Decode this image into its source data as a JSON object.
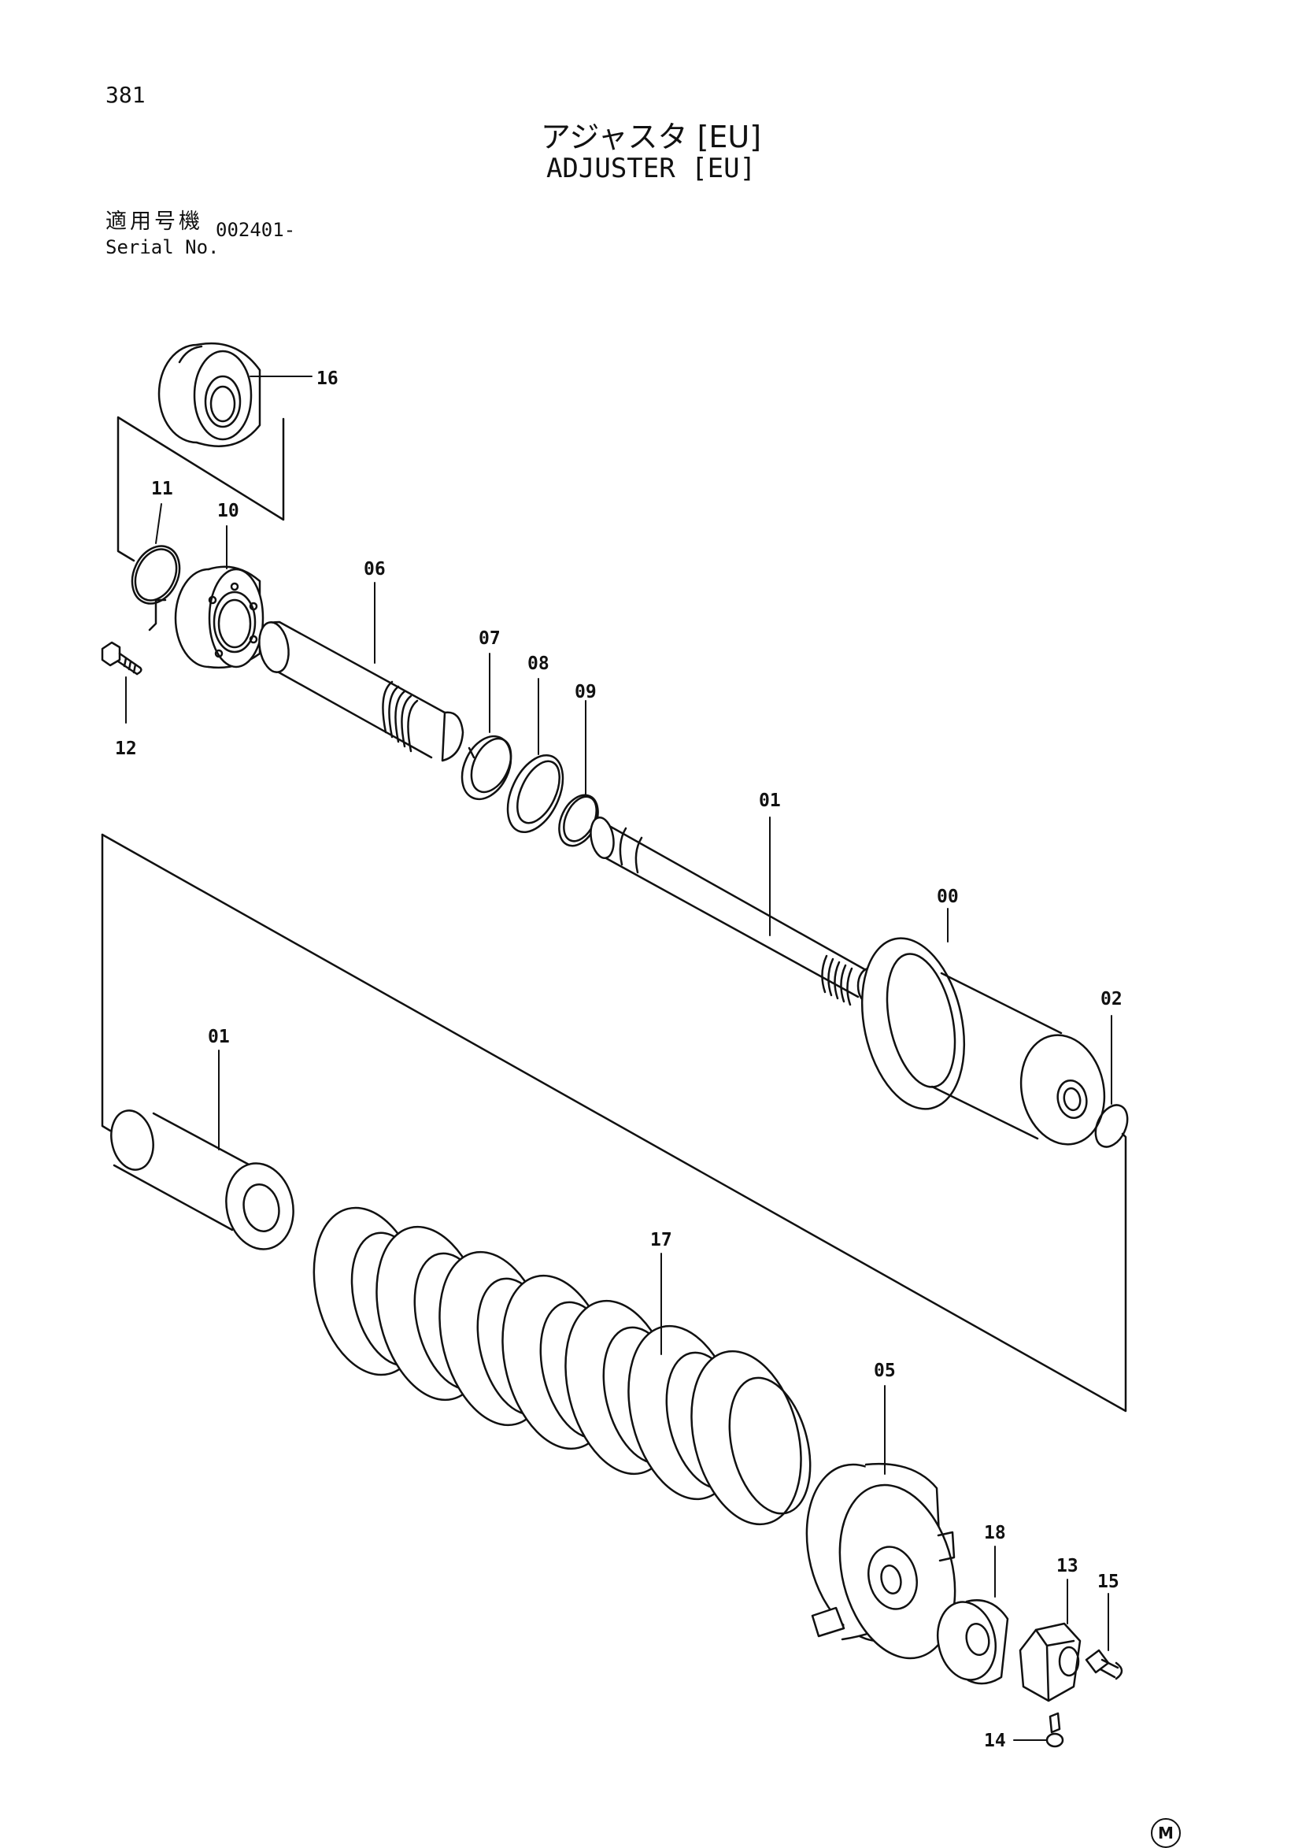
{
  "page": {
    "number": "381",
    "title_jp": "アジャスタ [EU]",
    "title_en": "ADJUSTER [EU]",
    "serial_label_jp": "適用号機",
    "serial_label_en": "Serial No.",
    "serial_value": "002401-",
    "footer_mark": "M"
  },
  "callouts": {
    "c00": "00",
    "c01a": "01",
    "c01b": "01",
    "c02": "02",
    "c05": "05",
    "c06": "06",
    "c07": "07",
    "c08": "08",
    "c09": "09",
    "c10": "10",
    "c11": "11",
    "c12": "12",
    "c13": "13",
    "c14": "14",
    "c15": "15",
    "c16": "16",
    "c17": "17",
    "c18": "18"
  },
  "colors": {
    "ink": "#111111",
    "paper": "#ffffff"
  }
}
